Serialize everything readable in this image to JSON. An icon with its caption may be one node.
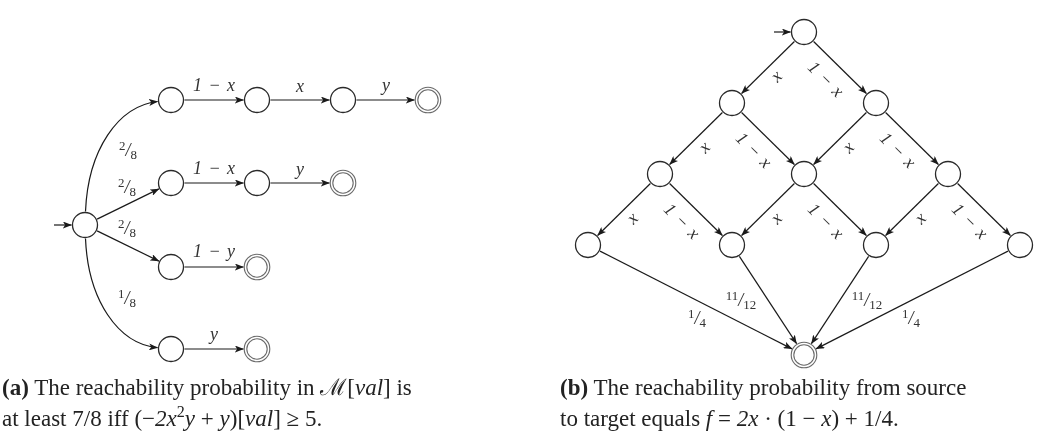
{
  "diagram": {
    "nodes": [
      {
        "text": [],
        "shape": "circle"
      },
      {
        "text": [],
        "shape": "circle"
      },
      {
        "text": [],
        "shape": "circle"
      },
      {
        "text": [],
        "shape": "circle"
      },
      {
        "text": [],
        "shape": "double-circle"
      },
      {
        "text": [],
        "shape": "circle"
      },
      {
        "text": [],
        "shape": "circle"
      },
      {
        "text": [],
        "shape": "double-circle"
      },
      {
        "text": [],
        "shape": "circle"
      },
      {
        "text": [],
        "shape": "double-circle"
      },
      {
        "text": [],
        "shape": "circle"
      },
      {
        "text": [],
        "shape": "double-circle"
      },
      {
        "text": [],
        "shape": "circle"
      },
      {
        "text": [],
        "shape": "circle"
      },
      {
        "text": [],
        "shape": "circle"
      },
      {
        "text": [],
        "shape": "circle"
      },
      {
        "text": [],
        "shape": "circle"
      },
      {
        "text": [],
        "shape": "circle"
      },
      {
        "text": [],
        "shape": "circle"
      },
      {
        "text": [],
        "shape": "circle"
      },
      {
        "text": [],
        "shape": "circle"
      },
      {
        "text": [],
        "shape": "circle"
      },
      {
        "text": [],
        "shape": "double-circle"
      }
    ],
    "edges": [
      {
        "from": null,
        "to": 0,
        "arrow": "to"
      },
      {
        "from": 0,
        "to": 1,
        "arrow": "to",
        "label": "$^{2}$/$_{8}$"
      },
      {
        "from": 0,
        "to": 5,
        "arrow": "to",
        "label": "$^{2}$/$_{8}$"
      },
      {
        "from": 0,
        "to": 8,
        "arrow": "to",
        "label": "$^{2}$/$_{8}$"
      },
      {
        "from": 0,
        "to": 10,
        "arrow": "to",
        "label": "$^{1}$/$_{8}$"
      },
      {
        "from": 1,
        "to": 2,
        "arrow": "to",
        "label": "1 − x"
      },
      {
        "from": 2,
        "to": 3,
        "arrow": "to",
        "label": "x"
      },
      {
        "from": 3,
        "to": 4,
        "arrow": "to",
        "label": "y"
      },
      {
        "from": 5,
        "to": 6,
        "arrow": "to",
        "label": "1 − x"
      },
      {
        "from": 6,
        "to": 7,
        "arrow": "to",
        "label": "y"
      },
      {
        "from": 8,
        "to": 9,
        "arrow": "to",
        "label": "1 − y"
      },
      {
        "from": 10,
        "to": 11,
        "arrow": "to",
        "label": "y"
      },
      {
        "from": null,
        "to": 12,
        "arrow": "to"
      },
      {
        "from": 12,
        "to": 13,
        "arrow": "to",
        "label": "x"
      },
      {
        "from": 12,
        "to": 14,
        "arrow": "to",
        "label": "1 − x"
      },
      {
        "from": 13,
        "to": 15,
        "arrow": "to",
        "label": "x"
      },
      {
        "from": 13,
        "to": 16,
        "arrow": "to",
        "label": "1 − x"
      },
      {
        "from": 14,
        "to": 16,
        "arrow": "to",
        "label": "x"
      },
      {
        "from": 14,
        "to": 17,
        "arrow": "to",
        "label": "1 − x"
      },
      {
        "from": 15,
        "to": 18,
        "arrow": "to",
        "label": "x"
      },
      {
        "from": 15,
        "to": 19,
        "arrow": "to",
        "label": "1 − x"
      },
      {
        "from": 16,
        "to": 19,
        "arrow": "to",
        "label": "x"
      },
      {
        "from": 16,
        "to": 20,
        "arrow": "to",
        "label": "1 − x"
      },
      {
        "from": 17,
        "to": 20,
        "arrow": "to",
        "label": "x"
      },
      {
        "from": 17,
        "to": 21,
        "arrow": "to",
        "label": "1 − x"
      },
      {
        "from": 18,
        "to": 22,
        "arrow": "to",
        "label": "$^{1}$/$_{4}$"
      },
      {
        "from": 19,
        "to": 22,
        "arrow": "to",
        "label": "$^{11}$/$_{12}$"
      },
      {
        "from": 20,
        "to": 22,
        "arrow": "to",
        "label": "$^{11}$/$_{12}$"
      },
      {
        "from": 21,
        "to": 22,
        "arrow": "to",
        "label": "$^{1}$/$_{4}$"
      }
    ],
    "labels": [
      "**(a)** The reachability probability in ℳ[*val*] is at least 7/8 iff (−*2x*$^{2}$*y* + *y*)[*val*] ≥ 5.",
      "**(b)** The reachability probability from source to target equals *f* = *2x* · (1 − *x*) + 1/4."
    ]
  }
}
